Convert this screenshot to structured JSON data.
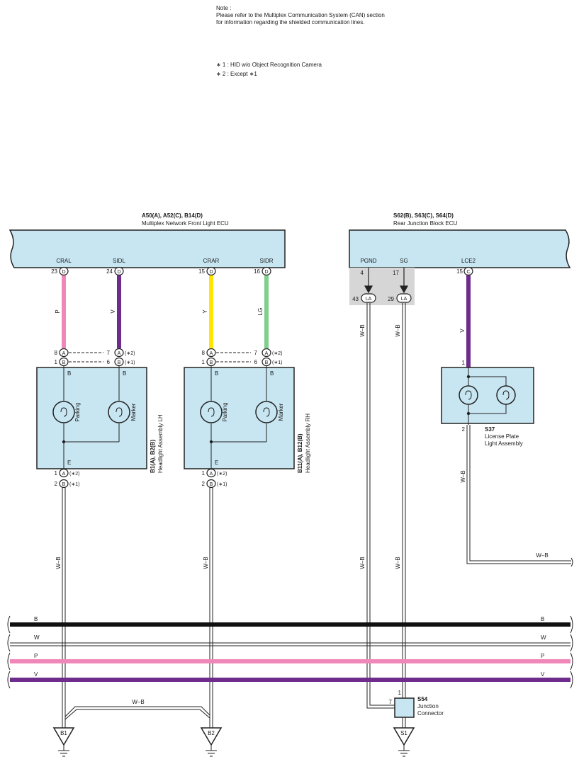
{
  "notes": {
    "title": "Note :",
    "line1": "Please refer to the Multiplex Communication System (CAN) section",
    "line2": "for information regarding the shielded communication lines.",
    "footnote1": "∗ 1 : HID w/o Object Recognition Camera",
    "footnote2": "∗ 2 : Except ∗1"
  },
  "ecu_left": {
    "code": "A50(A), A52(C), B14(D)",
    "name": "Multiplex Network Front Light ECU",
    "pins": [
      {
        "label": "CRAL",
        "num": "23",
        "conn": "D"
      },
      {
        "label": "SIDL",
        "num": "24",
        "conn": "D"
      },
      {
        "label": "CRAR",
        "num": "15",
        "conn": "D"
      },
      {
        "label": "SIDR",
        "num": "16",
        "conn": "D"
      }
    ]
  },
  "ecu_right": {
    "code": "S62(B), S63(C), S64(D)",
    "name": "Rear Junction Block ECU",
    "pins": [
      {
        "label": "PGND",
        "num": "4"
      },
      {
        "label": "SG",
        "num": "17"
      },
      {
        "label": "LCE2",
        "num": "15",
        "conn": "C"
      }
    ],
    "la_pins": [
      {
        "num": "43",
        "conn": "LA"
      },
      {
        "num": "29",
        "conn": "LA"
      }
    ]
  },
  "wire_colors": {
    "p": "P",
    "v": "V",
    "y": "Y",
    "lg": "LG",
    "wb": "W–B",
    "b": "B",
    "w": "W"
  },
  "colors": {
    "box_fill": "#c8e6f2",
    "shade": "#d6d6d6",
    "pink": "#ef87b8",
    "purple": "#6e2d8c",
    "yellow": "#ffe500",
    "green": "#7fcf8f",
    "black": "#111111"
  },
  "headlight_lh": {
    "code": "B1(A), B2(B)",
    "name": "Headlight Assembly LH",
    "top_pins": [
      {
        "num": "8",
        "conn": "A",
        "num2": "7",
        "conn2": "A",
        "note": "(∗2)"
      },
      {
        "num": "1",
        "conn": "B",
        "num2": "6",
        "conn2": "B",
        "note": "(∗1)"
      }
    ],
    "inner_labels": {
      "b": "B",
      "e": "E"
    },
    "bulbs": [
      "Parking",
      "Marker"
    ],
    "bottom_pins": [
      {
        "num": "1",
        "conn": "A",
        "note": "(∗2)"
      },
      {
        "num": "2",
        "conn": "B",
        "note": "(∗1)"
      }
    ]
  },
  "headlight_rh": {
    "code": "B11(A), B12(B)",
    "name": "Headlight Assembly RH"
  },
  "license": {
    "code": "S37",
    "name1": "License Plate",
    "name2": "Light Assembly",
    "pin_top": "1",
    "pin_bottom": "2"
  },
  "junction": {
    "code": "S54",
    "name1": "Junction",
    "name2": "Connector",
    "pin_top": "1",
    "pin_left": "7"
  },
  "grounds": [
    "B1",
    "B2",
    "S1"
  ]
}
